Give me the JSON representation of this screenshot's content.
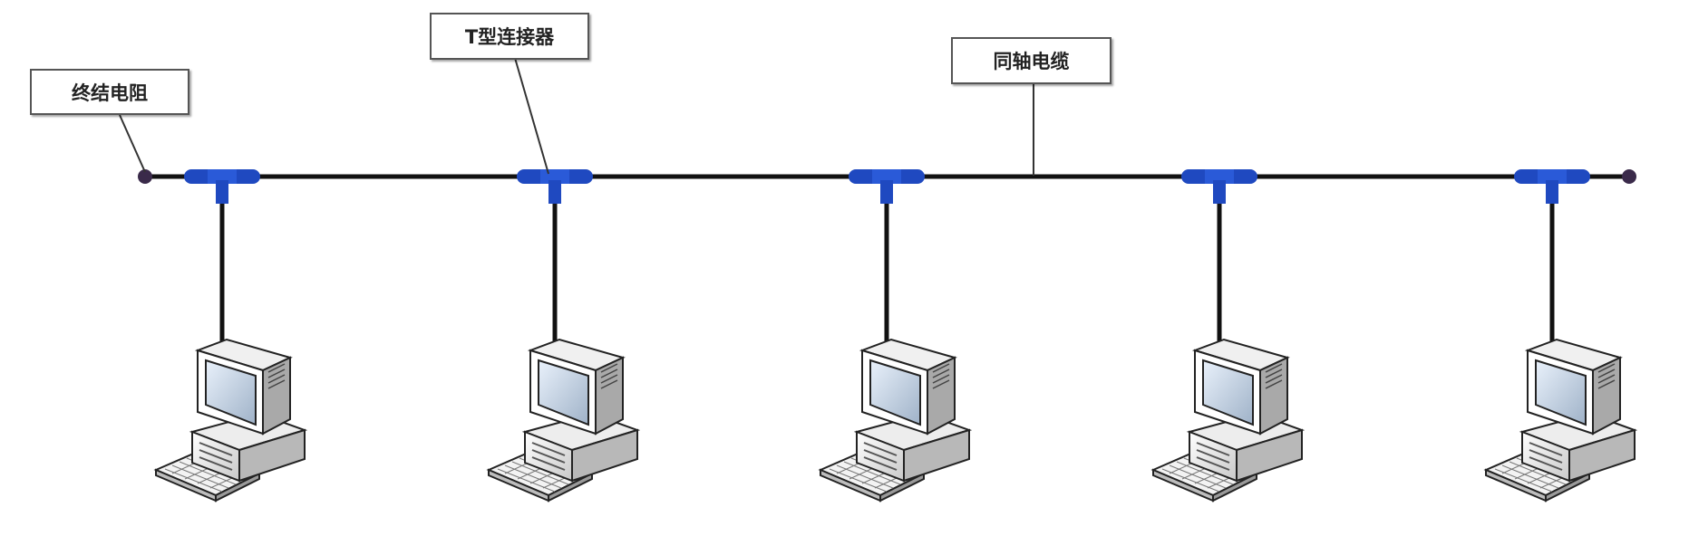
{
  "labels": {
    "terminator": "终结电阻",
    "t_connector": "T型连接器",
    "coax_cable": "同轴电缆"
  },
  "colors": {
    "bus": "#111111",
    "connector": "#1f49c0",
    "terminator": "#3a2a4a",
    "label_border": "#555555"
  },
  "icons": {
    "station": "desktop-computer-icon",
    "connector": "t-connector-icon",
    "terminator": "terminator-icon"
  },
  "station_count": 5
}
